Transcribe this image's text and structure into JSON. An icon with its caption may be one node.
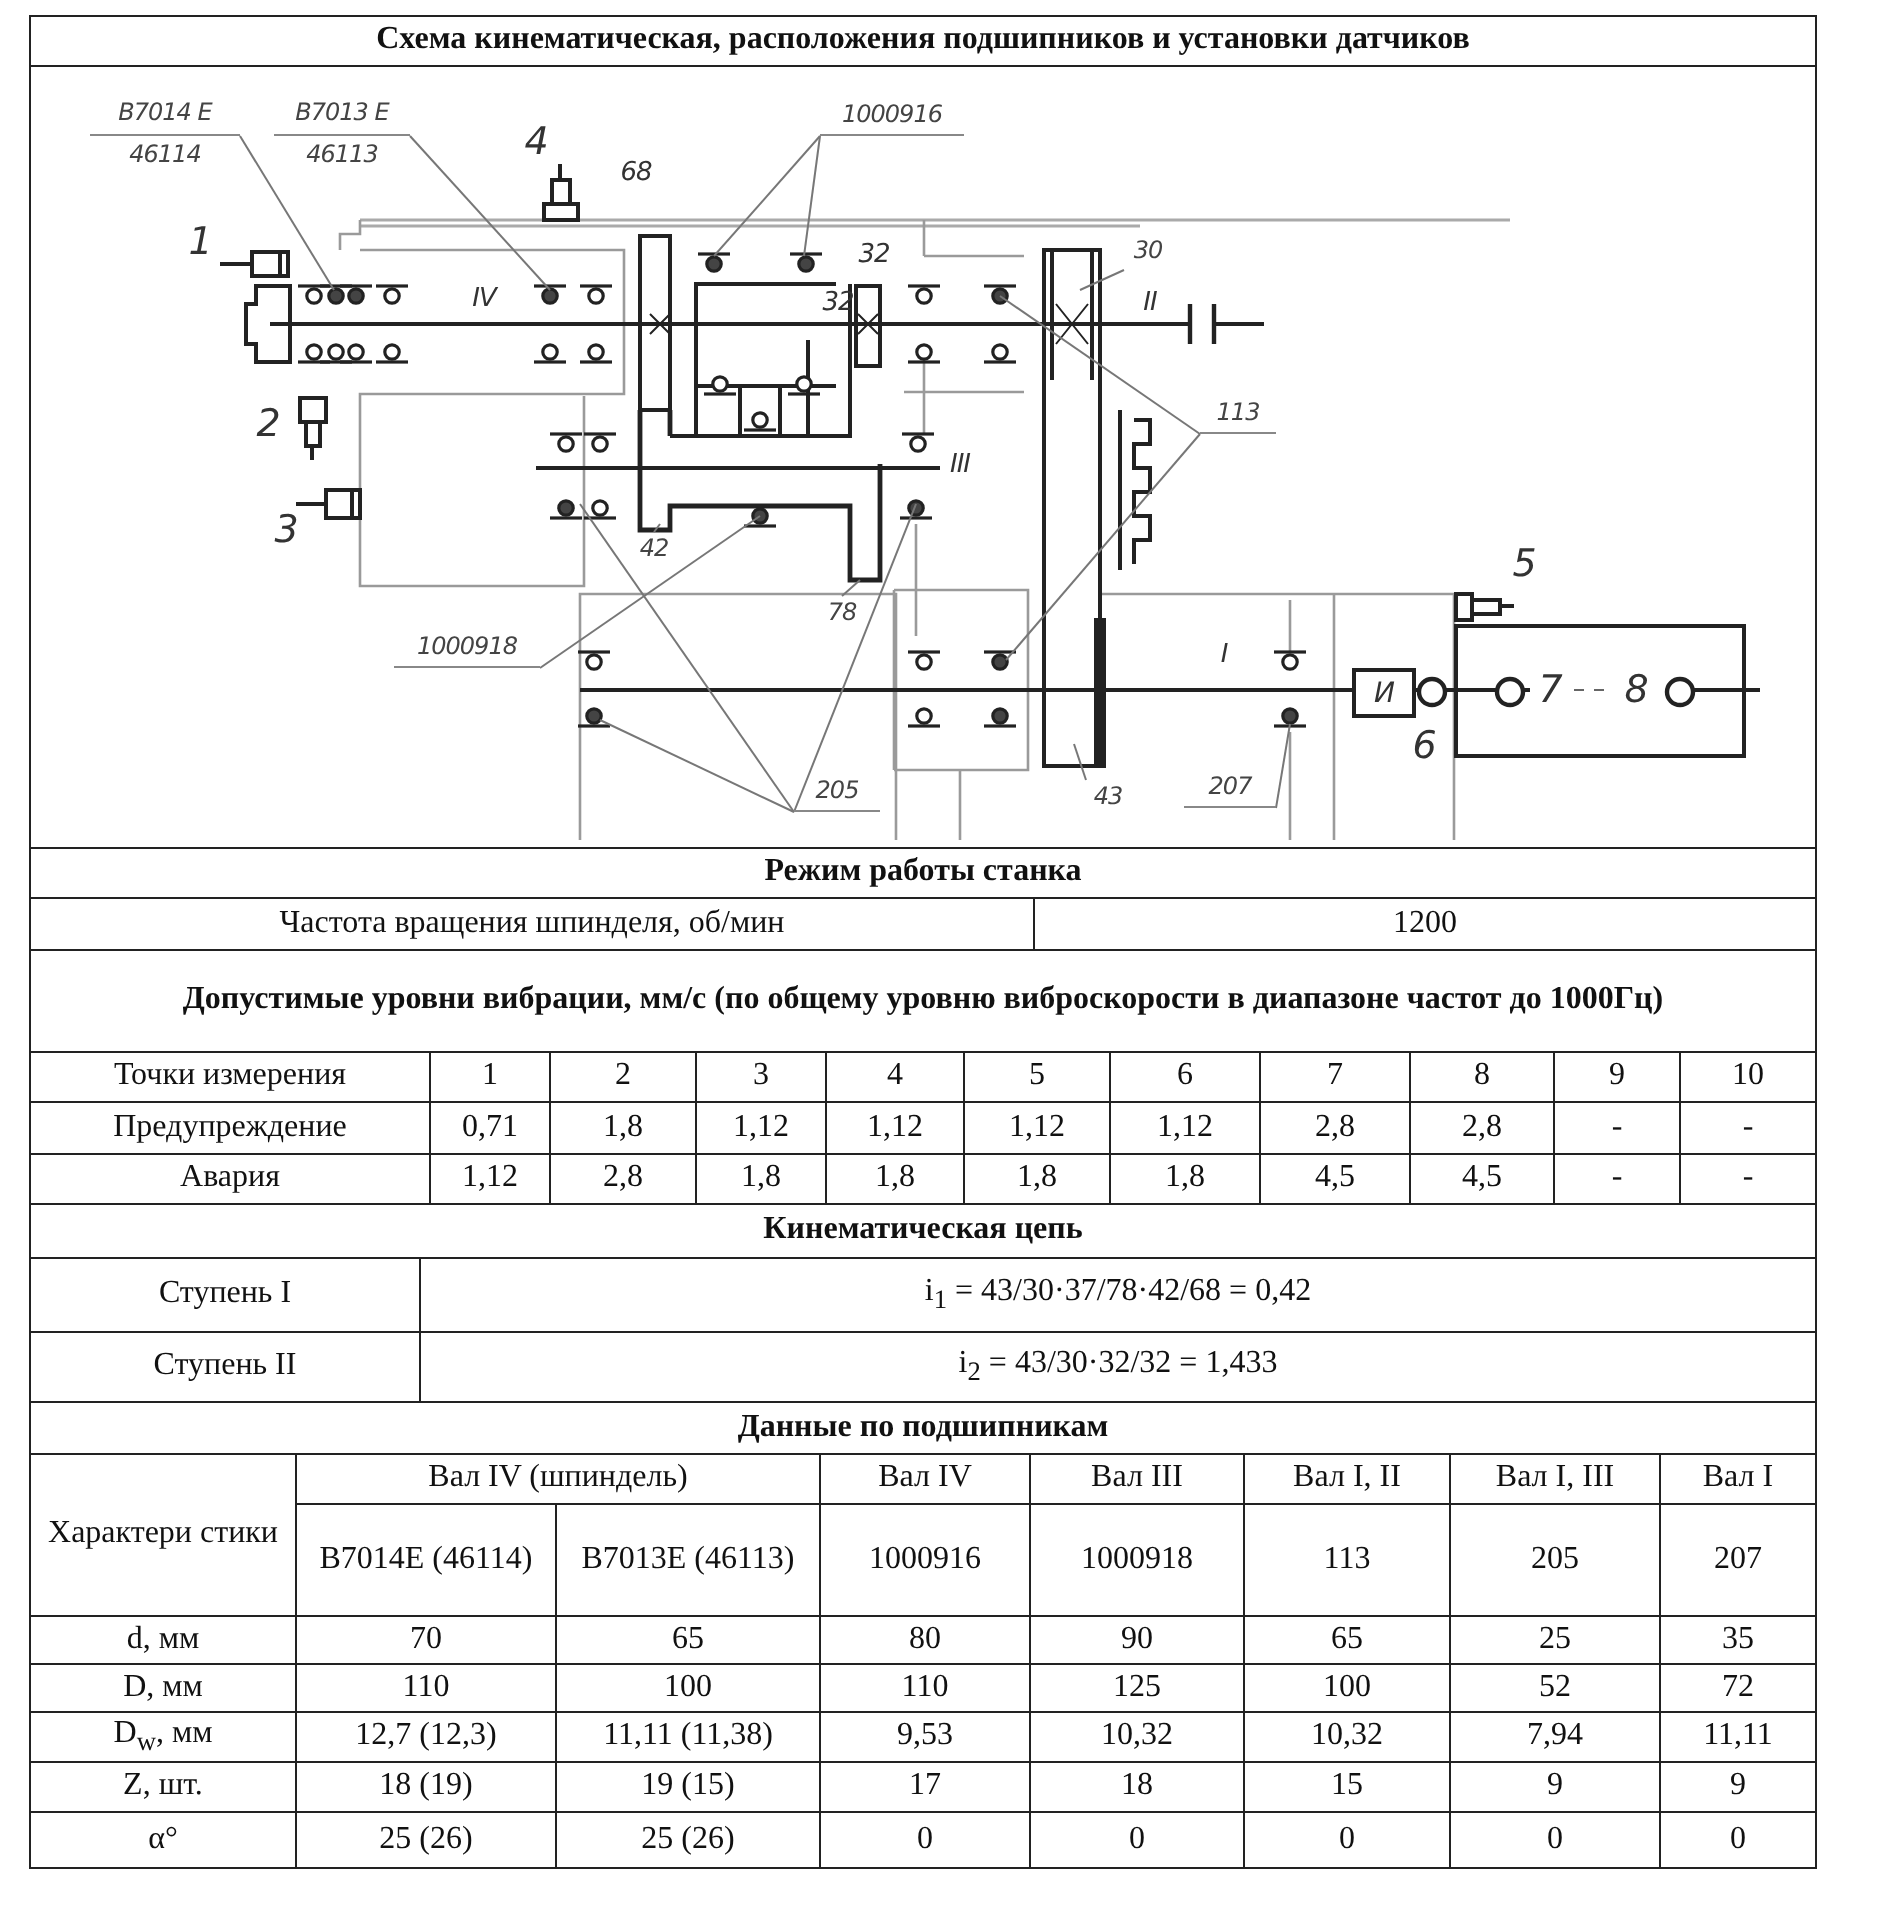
{
  "diagram": {
    "title": "Схема кинематическая, расположения подшипников и установки датчиков",
    "nodes": [
      {
        "text": [
          "B7014 E",
          "46114"
        ]
      },
      {
        "text": [
          "B7013 E",
          "46113"
        ]
      },
      {
        "text": [
          "1000916"
        ]
      },
      {
        "text": [
          "30"
        ]
      },
      {
        "text": [
          "113"
        ]
      },
      {
        "text": [
          "1000918"
        ]
      },
      {
        "text": [
          "42"
        ]
      },
      {
        "text": [
          "78"
        ]
      },
      {
        "text": [
          "205"
        ]
      },
      {
        "text": [
          "43"
        ]
      },
      {
        "text": [
          "207"
        ]
      }
    ],
    "edges": [
      {
        "from": 0,
        "to": null,
        "arrow": "none"
      },
      {
        "from": 1,
        "to": null,
        "arrow": "none"
      },
      {
        "from": 2,
        "to": null,
        "arrow": "none"
      },
      {
        "from": 2,
        "to": null,
        "arrow": "none"
      },
      {
        "from": 3,
        "to": null,
        "arrow": "none"
      },
      {
        "from": 4,
        "to": null,
        "arrow": "none"
      },
      {
        "from": 4,
        "to": null,
        "arrow": "none"
      },
      {
        "from": 5,
        "to": null,
        "arrow": "none"
      },
      {
        "from": 6,
        "to": null,
        "arrow": "none"
      },
      {
        "from": 7,
        "to": null,
        "arrow": "none"
      },
      {
        "from": 8,
        "to": null,
        "arrow": "none"
      },
      {
        "from": 8,
        "to": null,
        "arrow": "none"
      },
      {
        "from": 8,
        "to": null,
        "arrow": "none"
      },
      {
        "from": 9,
        "to": null,
        "arrow": "none"
      },
      {
        "from": 10,
        "to": null,
        "arrow": "none"
      }
    ],
    "labels": [
      "4",
      "68",
      "32",
      "1",
      "IV",
      "32",
      "II",
      "2",
      "III",
      "3",
      "5",
      "I",
      "И",
      "7",
      "8",
      "6",
      "Режим работы станка",
      "Частота вращения шпинделя, об/мин",
      "1200",
      "Допустимые уровни вибрации, мм/с (по общему уровню виброскорости в диапазоне частот до 1000Гц)",
      "Точки измерения",
      "1",
      "2",
      "3",
      "4",
      "5",
      "6",
      "7",
      "8",
      "9",
      "10",
      "Предупреждение",
      "0,71",
      "1,8",
      "1,12",
      "1,12",
      "1,12",
      "1,12",
      "2,8",
      "2,8",
      "-",
      "-",
      "Авария",
      "1,12",
      "2,8",
      "1,8",
      "1,8",
      "1,8",
      "1,8",
      "4,5",
      "4,5",
      "-",
      "-",
      "Кинематическая цепь",
      "Ступень I",
      "i$_{1}$ = 43/30·37/78·42/68 = 0,42",
      "Ступень II",
      "i$_{2}$ = 43/30·32/32 = 1,433",
      "Данные по подшипникам",
      "Характери стики",
      "Вал IV (шпиндель)",
      "Вал IV",
      "Вал III",
      "Вал I, II",
      "Вал I, III",
      "Вал I",
      "B7014E (46114)",
      "B7013E (46113)",
      "1000916",
      "1000918",
      "113",
      "205",
      "207",
      "d, мм",
      "70",
      "65",
      "80",
      "90",
      "65",
      "25",
      "35",
      "D, мм",
      "110",
      "100",
      "110",
      "125",
      "100",
      "52",
      "72",
      "D$_{w}$, мм",
      "12,7 (12,3)",
      "11,11 (11,38)",
      "9,53",
      "10,32",
      "10,32",
      "7,94",
      "11,11",
      "Z, шт.",
      "18 (19)",
      "19 (15)",
      "17",
      "18",
      "15",
      "9",
      "9",
      "α°",
      "25 (26)",
      "25 (26)",
      "0",
      "0",
      "0",
      "0",
      "0"
    ]
  }
}
